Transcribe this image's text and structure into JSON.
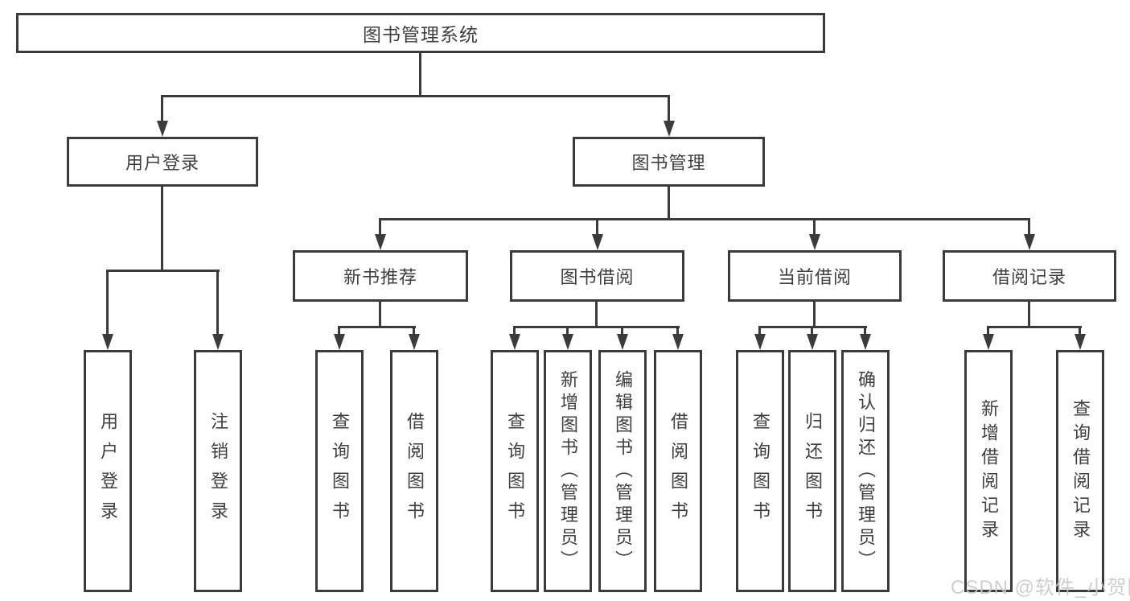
{
  "nodes": {
    "root": {
      "label": "图书管理系统"
    },
    "level1": {
      "user_login": {
        "label": "用户登录"
      },
      "book_management": {
        "label": "图书管理"
      }
    },
    "level2": {
      "new_book_recommend": {
        "label": "新书推荐"
      },
      "book_borrowing": {
        "label": "图书借阅"
      },
      "current_borrowing": {
        "label": "当前借阅"
      },
      "borrowing_records": {
        "label": "借阅记录"
      }
    },
    "leaves": {
      "user_login": {
        "label": "用户登录"
      },
      "logout": {
        "label": "注销登录"
      },
      "nb_query_books": {
        "label": "查询图书"
      },
      "nb_borrow_books": {
        "label": "借阅图书"
      },
      "bb_query_books": {
        "label": "查询图书"
      },
      "bb_add_books": {
        "label": "新增图书（管理员）"
      },
      "bb_edit_books": {
        "label": "编辑图书（管理员）"
      },
      "bb_borrow_books": {
        "label": "借阅图书"
      },
      "cb_query_books": {
        "label": "查询图书"
      },
      "cb_return_books": {
        "label": "归还图书"
      },
      "cb_confirm_return": {
        "label": "确认归还（管理员）"
      },
      "br_add_record": {
        "label": "新增借阅记录"
      },
      "br_query_record": {
        "label": "查询借阅记录"
      }
    }
  },
  "watermark": {
    "text": "CSDN @软件_小贺同学"
  },
  "colors": {
    "line": "#3b3b3b",
    "text": "#3f3f3f",
    "background": "#ffffff",
    "watermark": "#c9c9c9"
  }
}
